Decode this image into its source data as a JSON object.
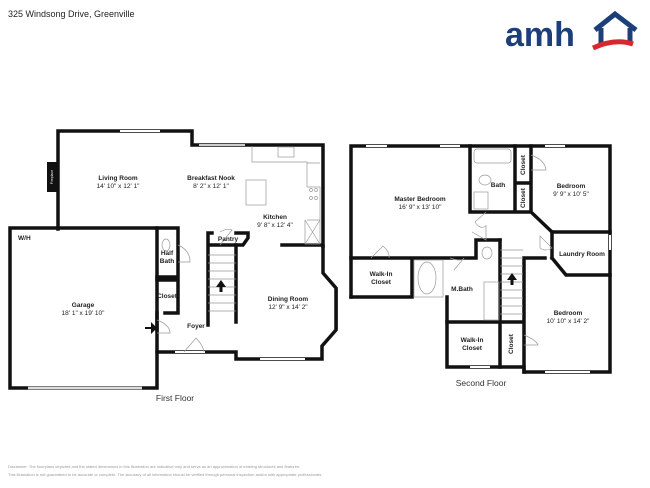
{
  "title": "325 Windsong Drive, Greenville",
  "logo": {
    "text": "amh",
    "colors": {
      "blue": "#1c3f7a",
      "red": "#d7282f"
    }
  },
  "first_floor": {
    "label": "First Floor",
    "fireplace": "Fireplace",
    "wh": "W/H",
    "rooms": [
      {
        "name": "Living Room",
        "dims": "14' 10\" x 12' 1\""
      },
      {
        "name": "Breakfast Nook",
        "dims": "8' 2\" x 12' 1\""
      },
      {
        "name": "Kitchen",
        "dims": "9' 8\" x 12' 4\""
      },
      {
        "name": "Pantry"
      },
      {
        "name": "Half",
        "name2": "Bath"
      },
      {
        "name": "Closet"
      },
      {
        "name": "Garage",
        "dims": "18' 1\" x 19' 10\""
      },
      {
        "name": "Foyer"
      },
      {
        "name": "Dining Room",
        "dims": "12' 9\" x 14' 2\""
      }
    ]
  },
  "second_floor": {
    "label": "Second Floor",
    "rooms": [
      {
        "name": "Master Bedroom",
        "dims": "16' 9\" x 13' 10\""
      },
      {
        "name": "Bath"
      },
      {
        "name": "Closet"
      },
      {
        "name": "Closet"
      },
      {
        "name": "Bedroom",
        "dims": "9' 9\" x 10' 5\""
      },
      {
        "name": "Laundry Room"
      },
      {
        "name": "Walk-In",
        "name2": "Closet"
      },
      {
        "name": "M.Bath"
      },
      {
        "name": "Walk-In",
        "name2": "Closet"
      },
      {
        "name": "Closet"
      },
      {
        "name": "Bedroom",
        "dims": "10' 10\" x 14' 2\""
      }
    ]
  },
  "disclaimer": [
    "Disclaimer: The floorplans depicted and the stated dimensions in this illustration are indicative only and serve as an approximation of existing structures and features.",
    "This illustration is not guaranteed to be accurate or complete. The accuracy of all information should be verified through personal inspection and/or with appropriate professionals."
  ]
}
